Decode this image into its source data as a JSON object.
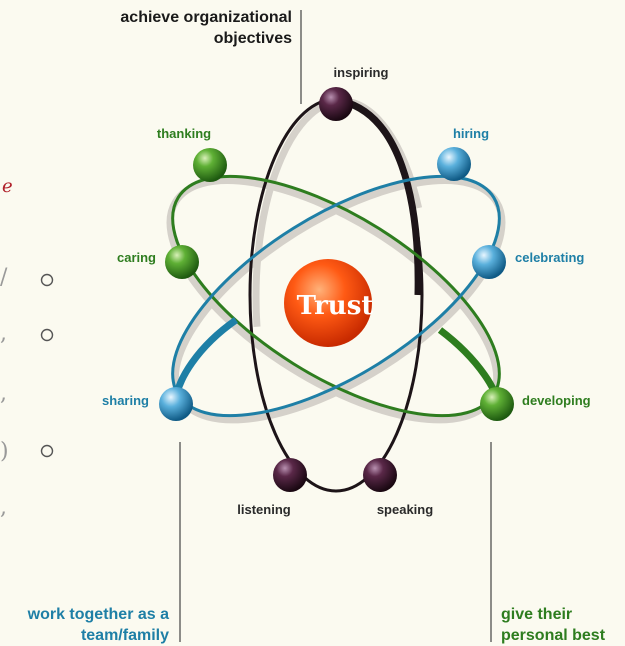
{
  "center": {
    "label": "Trust"
  },
  "captions": {
    "top": [
      "achieve organizational",
      "objectives"
    ],
    "bottom_left": [
      "work together as a",
      "team/family"
    ],
    "bottom_right": [
      "give their",
      "personal best"
    ]
  },
  "nodes": {
    "inspiring": "inspiring",
    "thanking": "thanking",
    "hiring": "hiring",
    "caring": "caring",
    "celebrating": "celebrating",
    "sharing": "sharing",
    "developing": "developing",
    "listening": "listening",
    "speaking": "speaking"
  },
  "colors": {
    "dark_orbit": "#1d1418",
    "green_orbit": "#2e7d1f",
    "blue_orbit": "#1e7fa6",
    "shadow": "#c9c5c0",
    "trust_core": "#ff4a0a"
  }
}
